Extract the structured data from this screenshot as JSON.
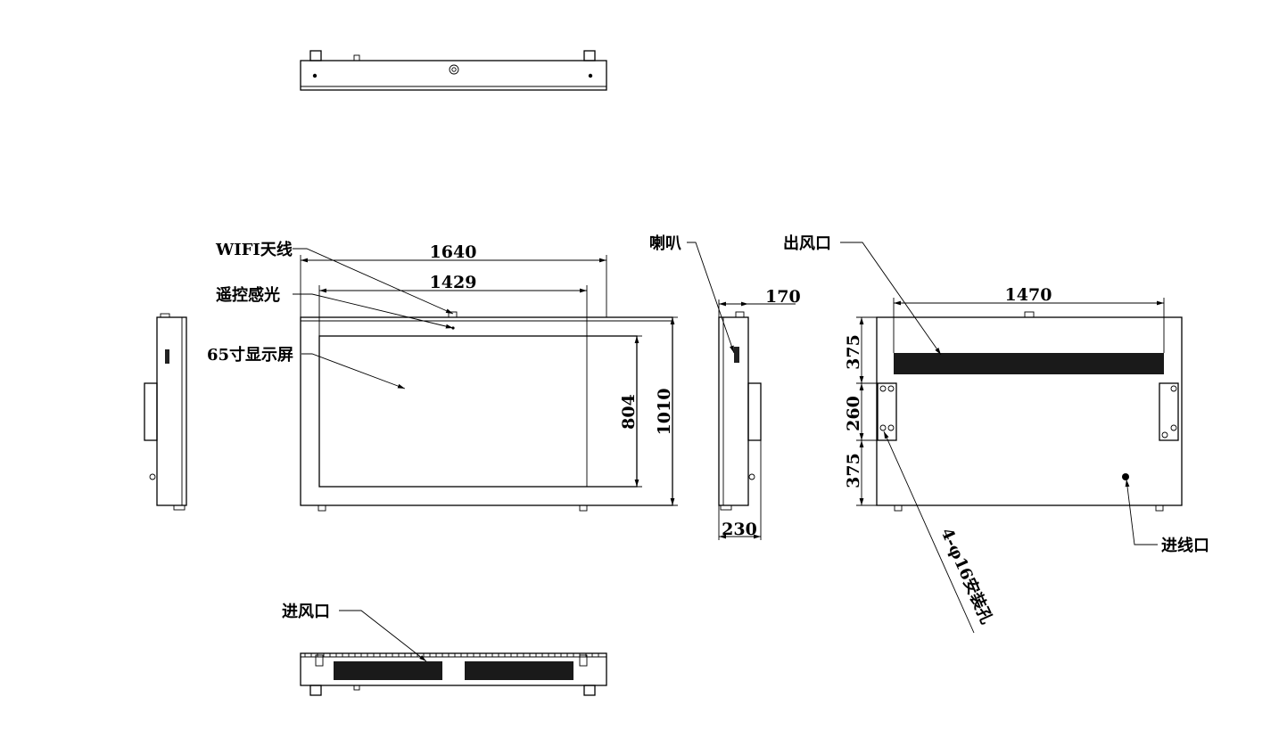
{
  "labels": {
    "wifi_antenna": "WIFI天线",
    "remote_sensor": "遥控感光",
    "display": "65寸显示屏",
    "speaker": "喇叭",
    "air_outlet": "出风口",
    "air_inlet": "进风口",
    "cable_inlet": "进线口",
    "mount_holes": "4-φ16安装孔"
  },
  "dimensions": {
    "overall_width": "1640",
    "screen_width": "1429",
    "screen_height": "804",
    "overall_height": "1010",
    "depth_top": "170",
    "depth_bottom": "230",
    "rear_width": "1470",
    "rear_top": "375",
    "rear_middle": "260",
    "rear_bottom": "375"
  }
}
